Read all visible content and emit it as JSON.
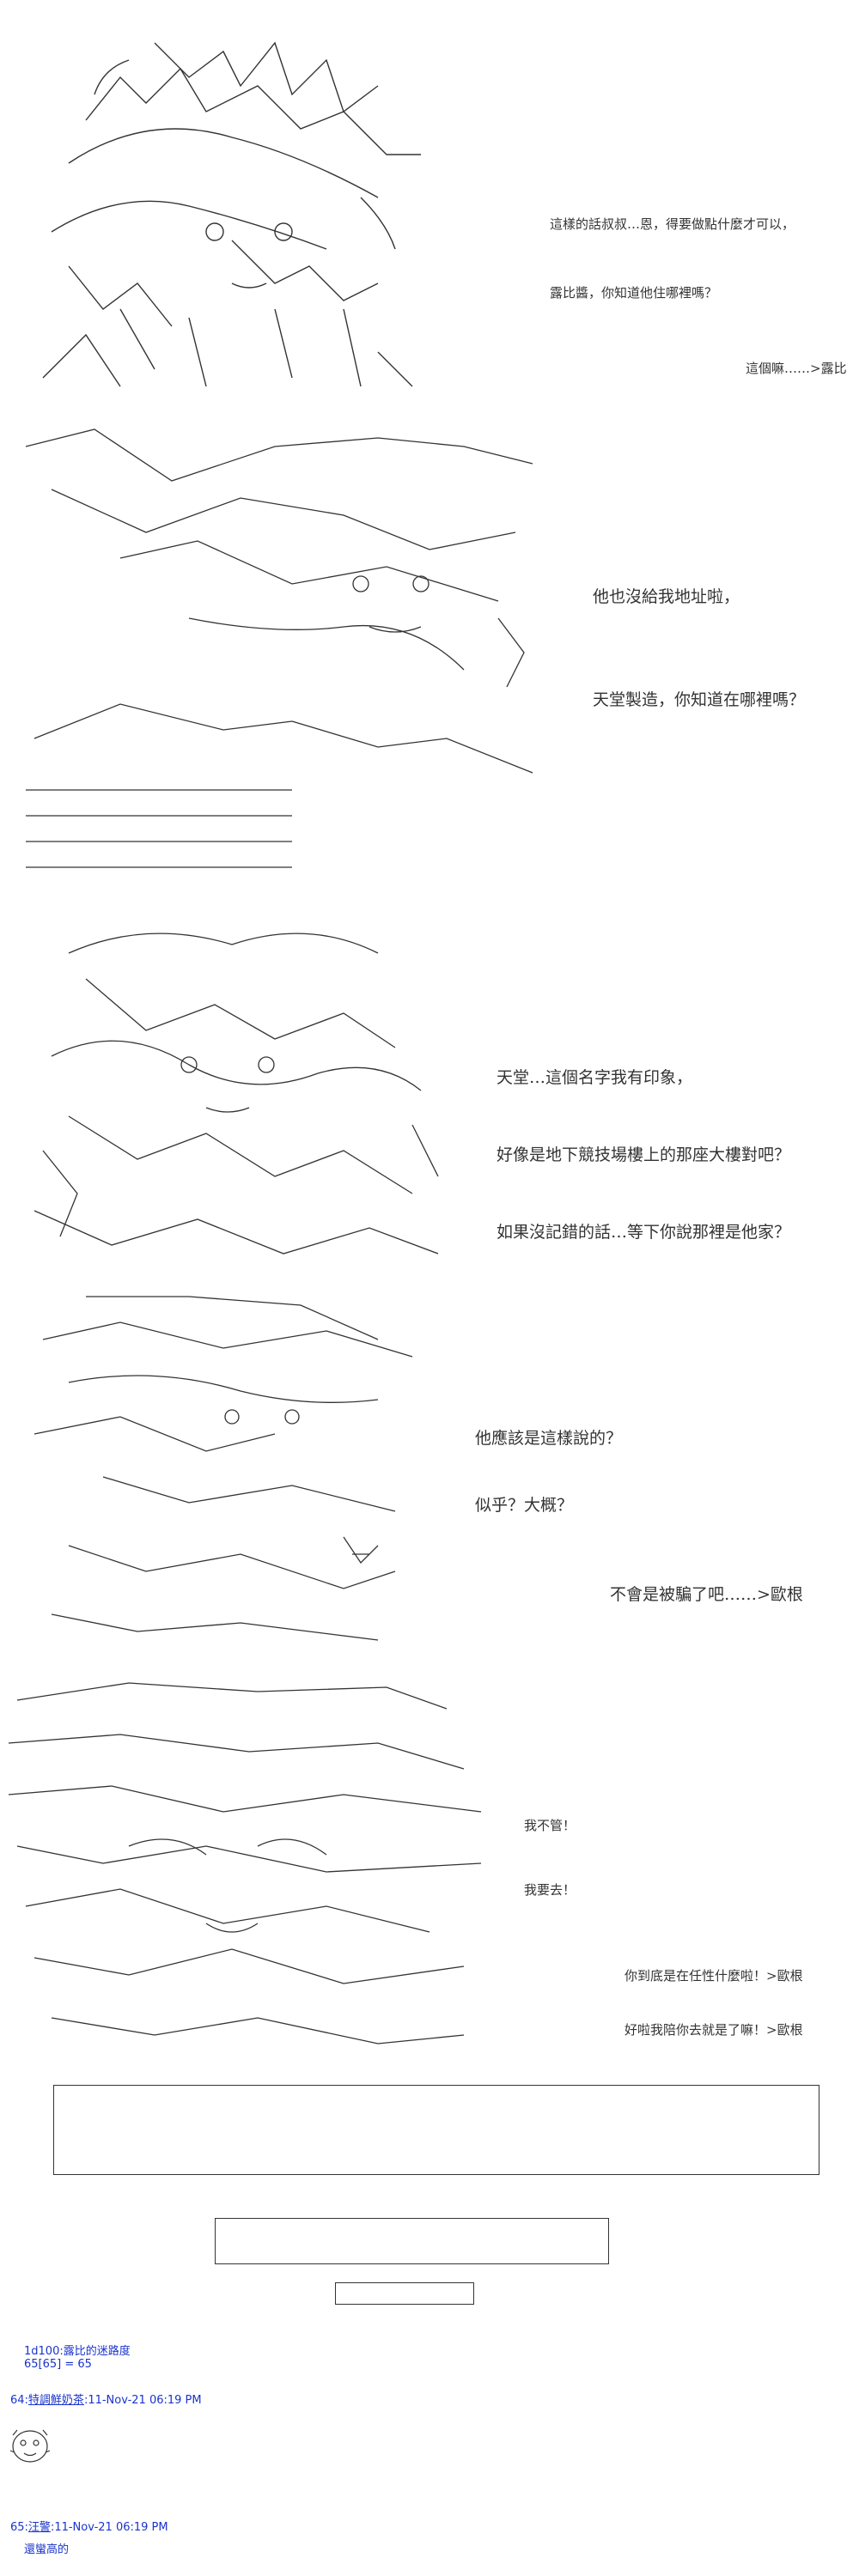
{
  "panels": [
    {
      "lines": [
        "這樣的話叔叔…恩，得要做點什麼才可以，",
        "露比醬，你知道他住哪裡嗎？",
        "這個嘛……>露比"
      ]
    },
    {
      "lines": [
        "他也沒給我地址啦，",
        "天堂製造，你知道在哪裡嗎？"
      ]
    },
    {
      "lines": [
        "天堂…這個名字我有印象，",
        "好像是地下競技場樓上的那座大樓對吧？",
        "如果沒記錯的話…等下你說那裡是他家？"
      ]
    },
    {
      "lines": [
        "他應該是這樣說的？",
        "似乎？大概？",
        "不會是被騙了吧……>歐根"
      ]
    },
    {
      "lines": [
        "我不管！",
        "我要去！",
        "你到底是在任性什麼啦！>歐根",
        "好啦我陪你去就是了嘛！>歐根"
      ]
    }
  ],
  "dice": {
    "label": "1d100:露比的迷路度",
    "result": "65[65] = 65"
  },
  "comments": [
    {
      "number": "64:",
      "user": "特調鮮奶茶",
      "time": ":11-Nov-21 06:19 PM"
    },
    {
      "number": "65:",
      "user": "汪警",
      "time": ":11-Nov-21 06:19 PM",
      "text": "還蠻高的"
    }
  ]
}
